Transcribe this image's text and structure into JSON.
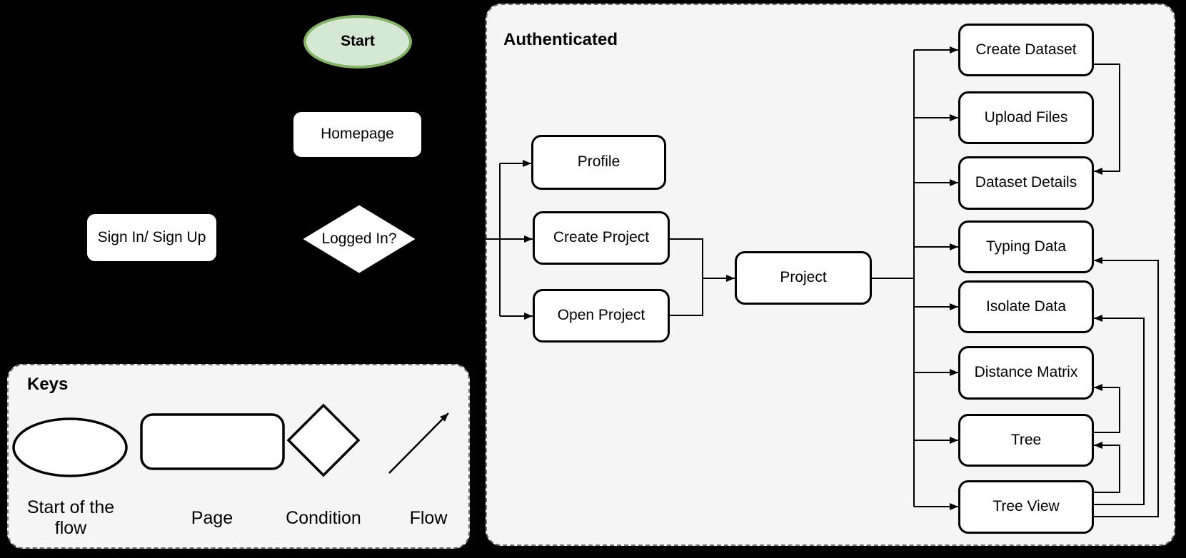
{
  "outside": {
    "start": "Start",
    "homepage": "Homepage",
    "sign_in": "Sign In/ Sign Up",
    "logged_in": "Logged In?"
  },
  "authenticated": {
    "title": "Authenticated",
    "nodes": {
      "profile": "Profile",
      "create_project": "Create Project",
      "open_project": "Open Project",
      "project": "Project",
      "create_dataset": "Create Dataset",
      "upload_files": "Upload Files",
      "dataset_details": "Dataset Details",
      "typing_data": "Typing Data",
      "isolate_data": "Isolate Data",
      "distance_matrix": "Distance Matrix",
      "tree": "Tree",
      "tree_view": "Tree View"
    },
    "edges": [
      {
        "from": "logged_in",
        "to": "profile"
      },
      {
        "from": "logged_in",
        "to": "create_project"
      },
      {
        "from": "logged_in",
        "to": "open_project"
      },
      {
        "from": "create_project",
        "to": "project"
      },
      {
        "from": "open_project",
        "to": "project"
      },
      {
        "from": "project",
        "to": "create_dataset"
      },
      {
        "from": "project",
        "to": "upload_files"
      },
      {
        "from": "project",
        "to": "dataset_details"
      },
      {
        "from": "project",
        "to": "typing_data"
      },
      {
        "from": "project",
        "to": "isolate_data"
      },
      {
        "from": "project",
        "to": "distance_matrix"
      },
      {
        "from": "project",
        "to": "tree"
      },
      {
        "from": "project",
        "to": "tree_view"
      },
      {
        "from": "create_dataset",
        "to": "dataset_details"
      },
      {
        "from": "tree",
        "to": "distance_matrix"
      },
      {
        "from": "tree_view",
        "to": "tree"
      },
      {
        "from": "tree_view",
        "to": "isolate_data"
      },
      {
        "from": "tree_view",
        "to": "typing_data"
      }
    ]
  },
  "keys": {
    "title": "Keys",
    "items": [
      {
        "shape": "ellipse",
        "label": "Start of the flow"
      },
      {
        "shape": "rounded-rect",
        "label": "Page"
      },
      {
        "shape": "diamond",
        "label": "Condition"
      },
      {
        "shape": "arrow",
        "label": "Flow"
      }
    ]
  },
  "colors": {
    "background": "#000000",
    "panel_fill": "#f5f5f5",
    "panel_border": "#757575",
    "node_fill": "#ffffff",
    "node_stroke": "#000000",
    "start_fill": "#d5e8d4",
    "start_stroke": "#82b366",
    "edge": "#000000"
  }
}
